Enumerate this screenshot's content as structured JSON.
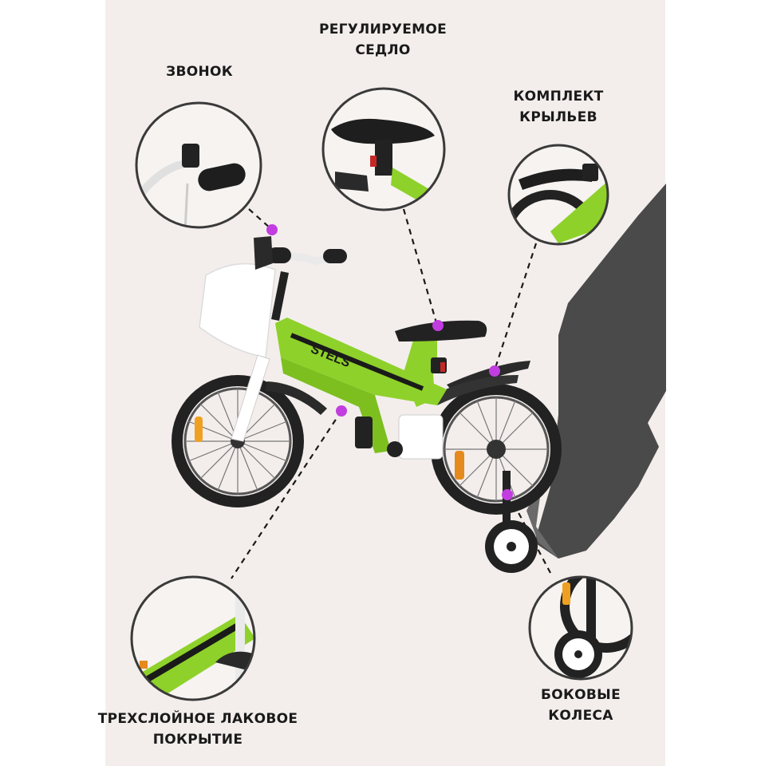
{
  "callouts": {
    "saddle": {
      "line1": "РЕГУЛИРУЕМОЕ",
      "line2": "СЕДЛО"
    },
    "bell": {
      "line1": "ЗВОНОК"
    },
    "fenders": {
      "line1": "КОМПЛЕКТ",
      "line2": "КРЫЛЬЕВ"
    },
    "paint": {
      "line1": "ТРЕХСЛОЙНОЕ ЛАКОВОЕ",
      "line2": "ПОКРЫТИЕ"
    },
    "training_wheels": {
      "line1": "БОКОВЫЕ",
      "line2": "КОЛЕСА"
    }
  },
  "bike": {
    "frame_brand": "STELS",
    "frame_color": "#8ed12a",
    "accent_dot_color": "#c23de0"
  }
}
